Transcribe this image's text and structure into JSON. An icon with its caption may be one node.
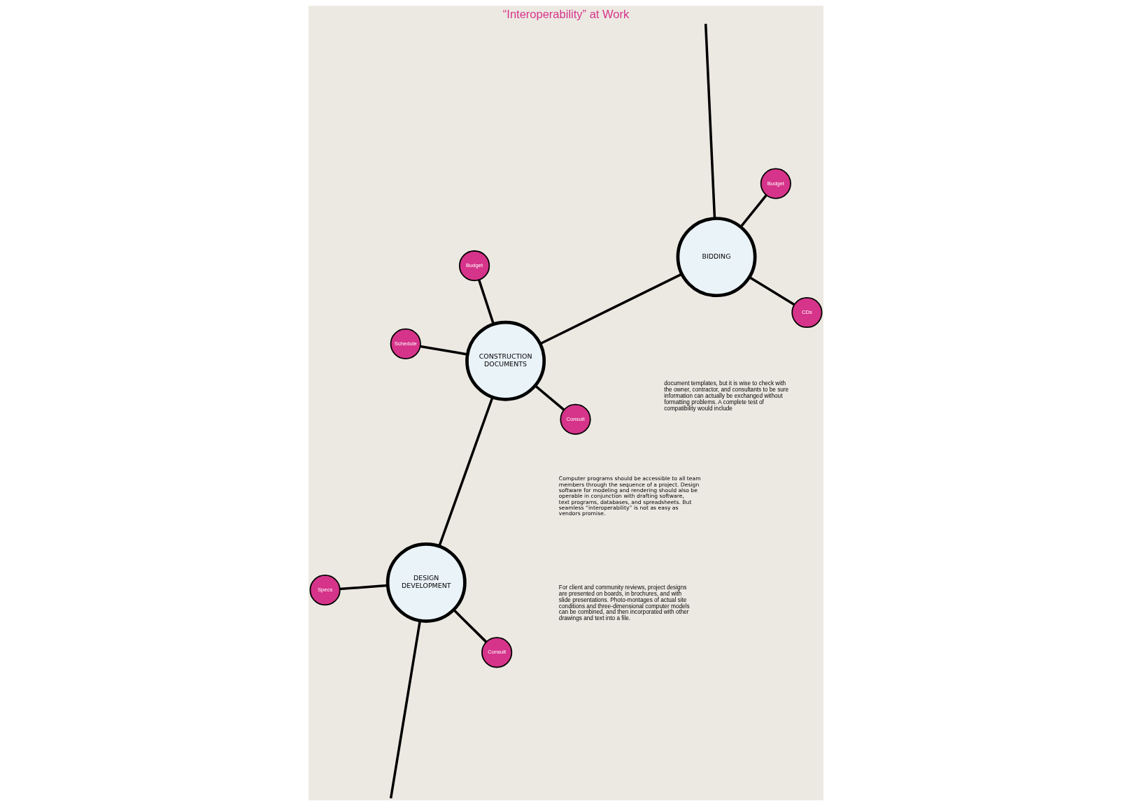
{
  "diagram": {
    "title": "“Interoperability” at Work",
    "nodes": [
      {
        "text": [
          "DESIGN DEVELOPMENT"
        ]
      },
      {
        "text": [
          "Consult"
        ]
      },
      {
        "text": [
          "Specs"
        ]
      },
      {
        "text": [
          "CONSTRUCTION DOCUMENTS"
        ]
      },
      {
        "text": [
          "Budget"
        ]
      },
      {
        "text": [
          "Consult"
        ]
      },
      {
        "text": [
          "Schedule"
        ]
      },
      {
        "text": [
          "BIDDING"
        ]
      },
      {
        "text": [
          "CDs"
        ]
      },
      {
        "text": [
          "Budget"
        ]
      }
    ],
    "edges": [
      {
        "from": null,
        "to": 0,
        "arrow": "none"
      },
      {
        "from": 0,
        "to": 1,
        "arrow": "none"
      },
      {
        "from": 0,
        "to": 2,
        "arrow": "none"
      },
      {
        "from": 0,
        "to": 3,
        "arrow": "none"
      },
      {
        "from": 3,
        "to": 4,
        "arrow": "none"
      },
      {
        "from": 3,
        "to": 5,
        "arrow": "none"
      },
      {
        "from": 3,
        "to": 6,
        "arrow": "none"
      },
      {
        "from": 3,
        "to": 7,
        "arrow": "none"
      },
      {
        "from": 7,
        "to": 8,
        "arrow": "none"
      },
      {
        "from": 7,
        "to": 9,
        "arrow": "none"
      },
      {
        "from": 7,
        "to": null,
        "arrow": "none"
      }
    ],
    "labels": [
      "Computer programs should be accessible to all team members through the sequence of a project. Design software for modeling and rendering should also be operable in conjunction with drafting software, text programs, databases, and spreadsheets. But seamless “interoperability” is not as easy as vendors promise.",
      "document templates, but it is wise to check with the owner, contractor, and consultants to be sure information can actually be exchanged without formatting problems. A complete test of compatibility would include",
      "For client and community reviews, project designs are presented on boards, in brochures, and with slide presentations. Photo-montages of actual site conditions and three-dimensional computer models can be combined, and then incorporated with other drawings and text into a file."
    ]
  }
}
